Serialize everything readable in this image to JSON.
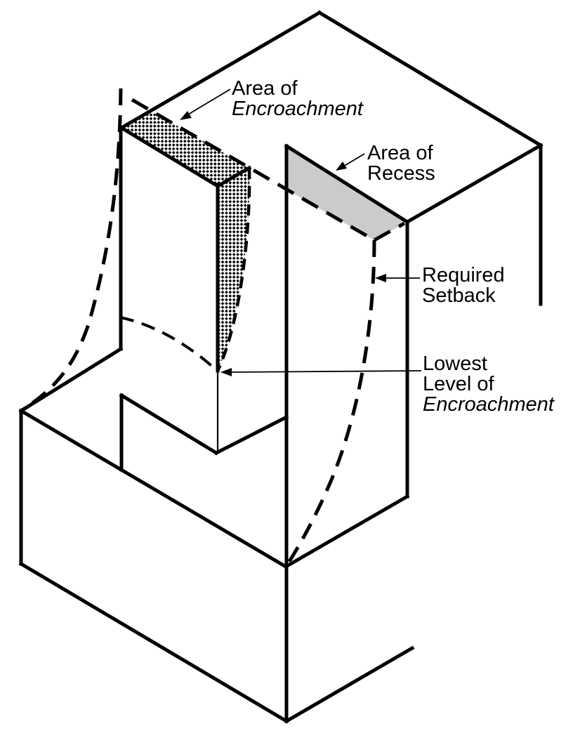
{
  "labels": {
    "encroachment": {
      "line1": "Area of",
      "line2": "Encroachment"
    },
    "recess": {
      "line1": "Area of",
      "line2": "Recess"
    },
    "setback": {
      "line1": "Required",
      "line2": "Setback"
    },
    "lowest": {
      "line1": "Lowest",
      "line2": "Level of",
      "line3": "Encroachment"
    }
  },
  "colors": {
    "line": "#000000",
    "recess": "#cbcbcb",
    "background": "#ffffff"
  }
}
